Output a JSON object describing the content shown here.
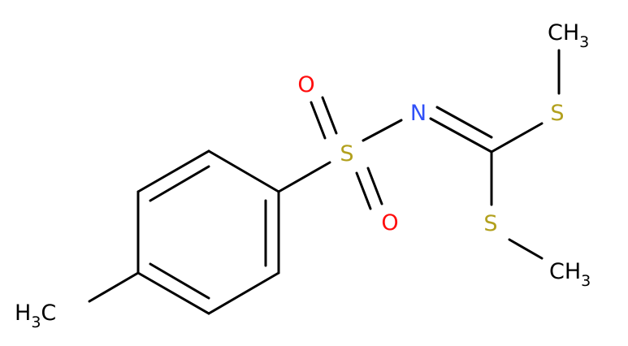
{
  "molecule": {
    "atoms": [
      {
        "id": "O1",
        "label": "O",
        "color": "#ff0d0d"
      },
      {
        "id": "O2",
        "label": "O",
        "color": "#ff0d0d"
      },
      {
        "id": "S1",
        "label": "S",
        "color": "#b2a01d"
      },
      {
        "id": "N1",
        "label": "N",
        "color": "#3050f8"
      },
      {
        "id": "S2",
        "label": "S",
        "color": "#b2a01d"
      },
      {
        "id": "S3",
        "label": "S",
        "color": "#b2a01d"
      }
    ],
    "groups": [
      {
        "id": "CH3_top",
        "main": "CH",
        "sub": "3",
        "color": "#000000"
      },
      {
        "id": "CH3_bottom",
        "main": "CH",
        "sub": "3",
        "color": "#000000"
      },
      {
        "id": "H3C_left",
        "pre": "H",
        "sub": "3",
        "post": "C",
        "color": "#000000"
      }
    ],
    "bond_color": "#000000"
  }
}
